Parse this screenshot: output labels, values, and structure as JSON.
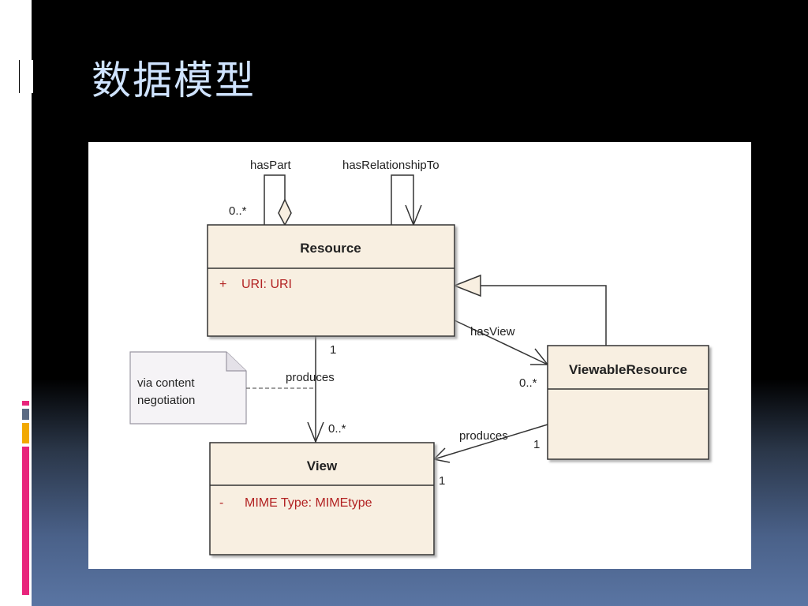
{
  "slide": {
    "title": "数据模型",
    "colors": {
      "title": "#cfe3ff",
      "class_fill": "#f8efe1",
      "attribute_text": "#b22222",
      "accent_pink": "#e8247c",
      "accent_orange": "#f2a900"
    }
  },
  "diagram": {
    "classes": {
      "resource": {
        "name": "Resource",
        "attr_visibility": "+",
        "attr_text": "URI:  URI"
      },
      "viewable_resource": {
        "name": "ViewableResource"
      },
      "view": {
        "name": "View",
        "attr_visibility": "-",
        "attr_text": "MIME Type:  MIMEtype"
      }
    },
    "associations": {
      "has_part": {
        "label": "hasPart",
        "multiplicity": "0..*"
      },
      "has_relationship_to": {
        "label": "hasRelationshipTo"
      },
      "has_view": {
        "label": "hasView",
        "target_multiplicity": "0..*"
      },
      "resource_produces": {
        "label": "produces",
        "source_multiplicity": "1",
        "target_multiplicity": "0..*"
      },
      "viewable_produces": {
        "label": "produces",
        "source_multiplicity": "1",
        "target_multiplicity": "1"
      }
    },
    "note": {
      "line1": "via content",
      "line2": "negotiation"
    }
  }
}
